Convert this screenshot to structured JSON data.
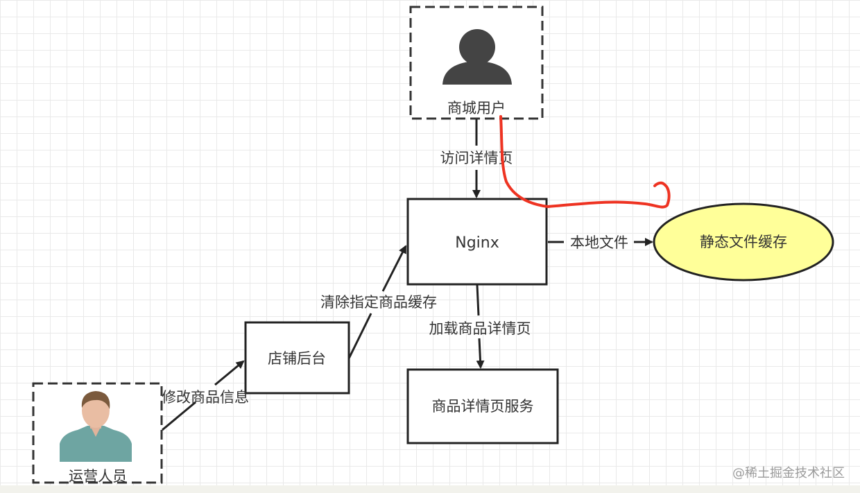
{
  "nodes": {
    "mall_user": "商城用户",
    "nginx": "Nginx",
    "static_cache": "静态文件缓存",
    "shop_backend": "店铺后台",
    "detail_service": "商品详情页服务",
    "operator": "运营人员"
  },
  "edges": {
    "visit_detail": "访问详情页",
    "local_file": "本地文件",
    "clear_cache": "清除指定商品缓存",
    "load_detail": "加载商品详情页",
    "modify_info": "修改商品信息"
  },
  "colors": {
    "cache_fill": "#ffff99",
    "annotation": "#ee3322",
    "stroke": "#222222"
  },
  "watermark": "@稀土掘金技术社区"
}
